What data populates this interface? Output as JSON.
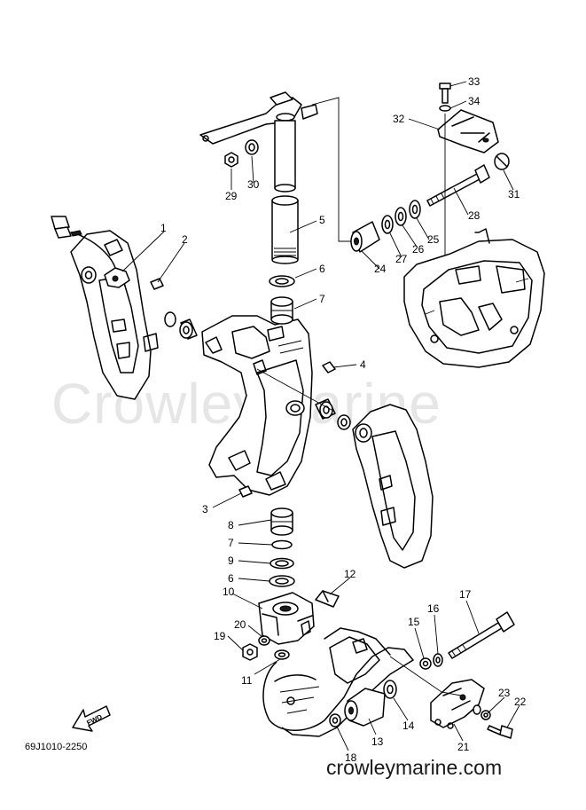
{
  "watermark": "CrowleyMarine",
  "catalog_number": "69J1010-2250",
  "site_url": "crowleymarine.com",
  "fwd_label": "FWD",
  "callouts": [
    "1",
    "2",
    "3",
    "4",
    "5",
    "6",
    "7",
    "8",
    "9",
    "6",
    "7",
    "10",
    "11",
    "12",
    "13",
    "14",
    "15",
    "16",
    "17",
    "18",
    "19",
    "20",
    "21",
    "22",
    "23",
    "24",
    "25",
    "26",
    "27",
    "28",
    "29",
    "30",
    "31",
    "32",
    "33",
    "34"
  ]
}
